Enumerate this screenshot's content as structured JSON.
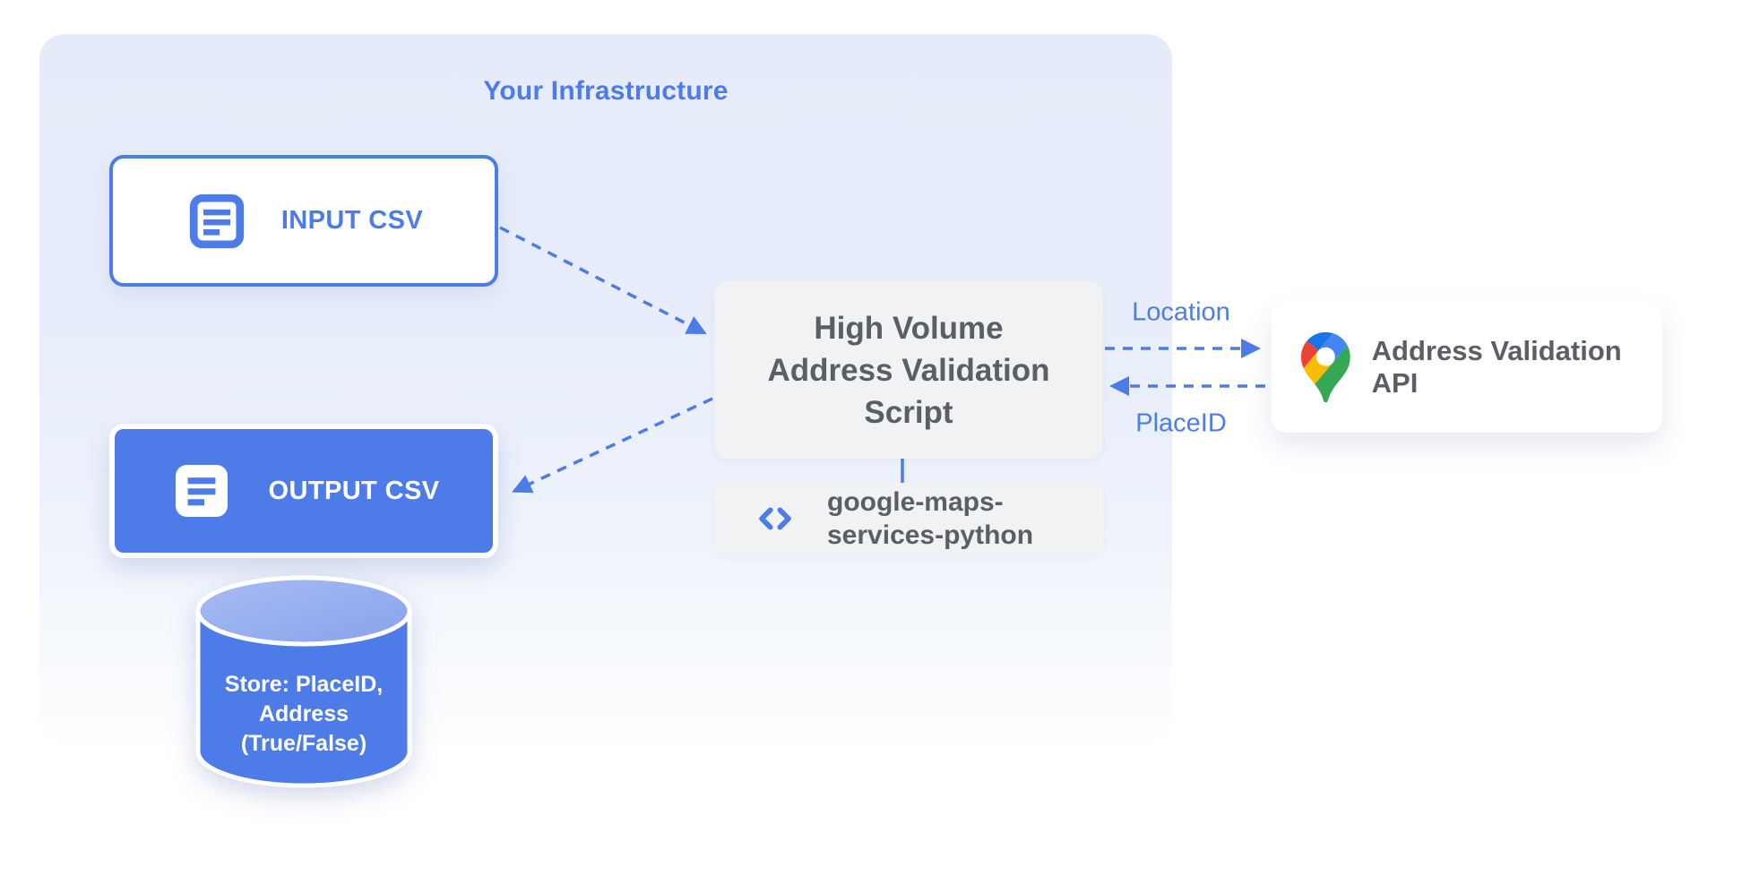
{
  "panel": {
    "title": "Your Infrastructure"
  },
  "nodes": {
    "input_csv": {
      "label": "INPUT CSV",
      "icon": "document-icon"
    },
    "output_csv": {
      "label": "OUTPUT CSV",
      "icon": "document-icon"
    },
    "datastore": {
      "lines": [
        "Store: PlaceID,",
        "Address",
        "(True/False)"
      ]
    },
    "script": {
      "lines": [
        "High Volume",
        "Address Validation",
        "Script"
      ]
    },
    "library": {
      "lines": [
        "google-maps-",
        "services-python"
      ],
      "icon": "code-icon"
    },
    "api": {
      "label": "Address Validation API",
      "icon": "google-maps-pin-icon"
    }
  },
  "edge_labels": {
    "location": "Location",
    "placeid": "PlaceID"
  },
  "colors": {
    "primary_blue": "#4d7ce8",
    "panel_top": "#e5ebf8",
    "panel_bottom": "#fdfeff",
    "box_gray": "#f1f2f3",
    "text_dark": "#5b5f63",
    "cylinder_top_light": "#a9bcf3",
    "cylinder_top_dark": "#87a2ec",
    "pin_red": "#ea4335",
    "pin_blue_dark": "#1a73e8",
    "pin_blue": "#4285f4",
    "pin_yellow": "#fbbc04",
    "pin_green": "#34a853"
  }
}
